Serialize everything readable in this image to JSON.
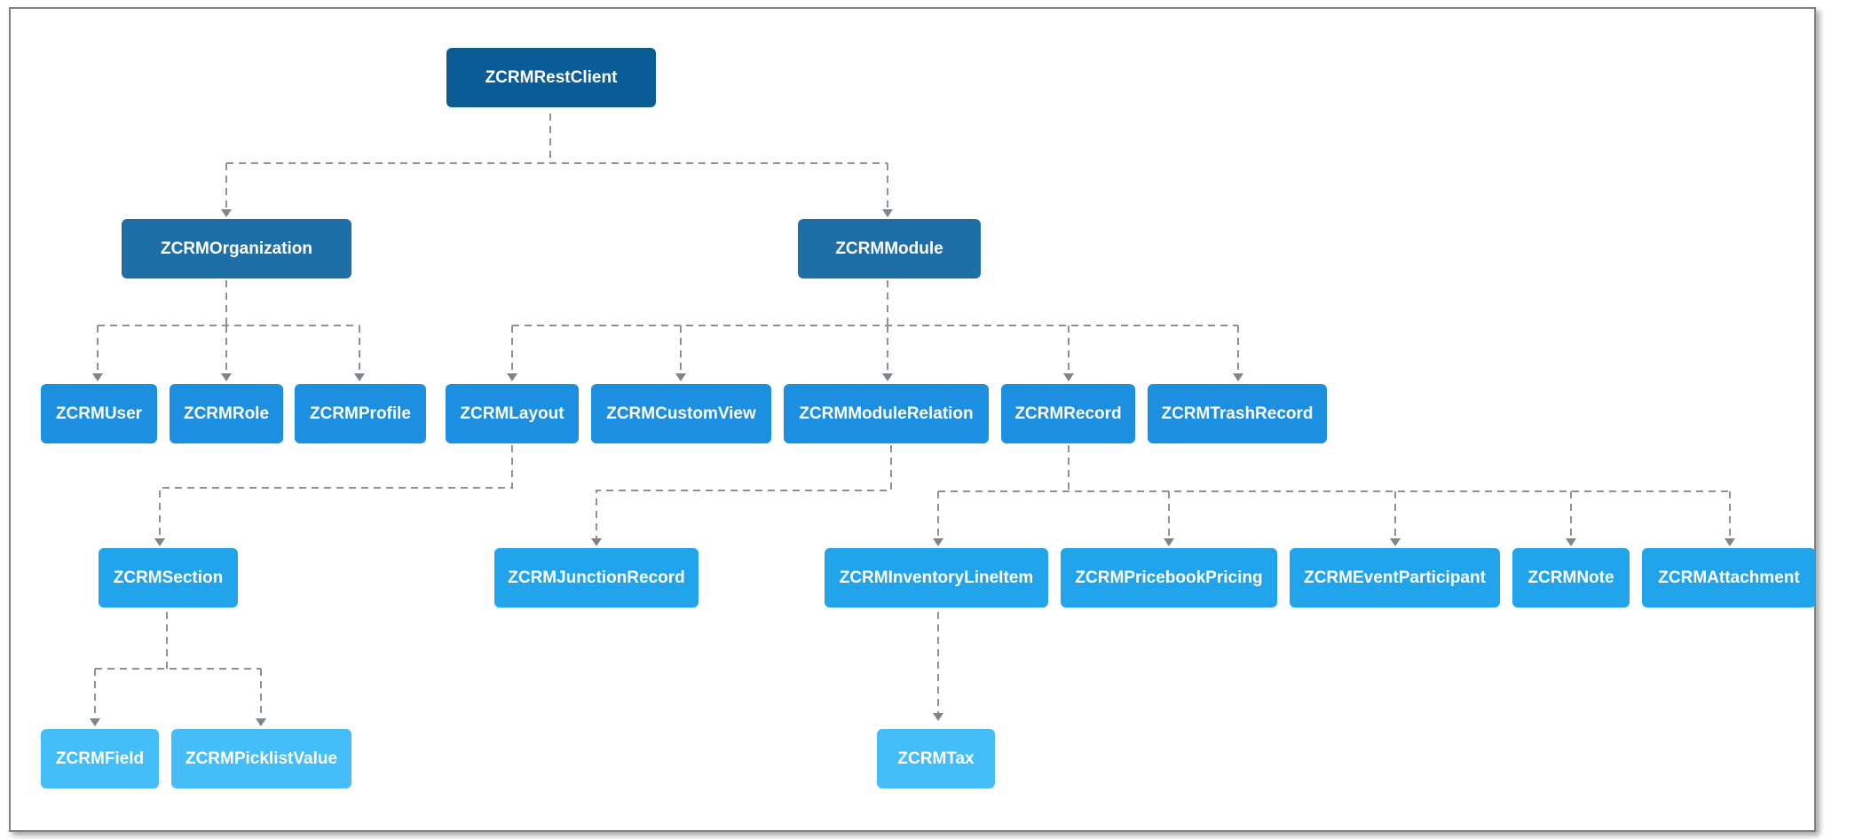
{
  "diagram": {
    "root": "ZCRMRestClient",
    "level1": [
      "ZCRMOrganization",
      "ZCRMModule"
    ],
    "organization_children": [
      "ZCRMUser",
      "ZCRMRole",
      "ZCRMProfile"
    ],
    "module_children": [
      "ZCRMLayout",
      "ZCRMCustomView",
      "ZCRMModuleRelation",
      "ZCRMRecord",
      "ZCRMTrashRecord"
    ],
    "layout_children": [
      "ZCRMSection"
    ],
    "module_relation_children": [
      "ZCRMJunctionRecord"
    ],
    "record_children": [
      "ZCRMInventoryLineItem",
      "ZCRMPricebookPricing",
      "ZCRMEventParticipant",
      "ZCRMNote",
      "ZCRMAttachment"
    ],
    "section_children": [
      "ZCRMField",
      "ZCRMPicklistValue"
    ],
    "inventory_children": [
      "ZCRMTax"
    ]
  },
  "colors": {
    "level0": "#0a5b96",
    "level1": "#1e6fa8",
    "level2": "#1d8fe0",
    "level3": "#22a4ec",
    "level4": "#45bdf9",
    "connector": "#8a939a"
  }
}
